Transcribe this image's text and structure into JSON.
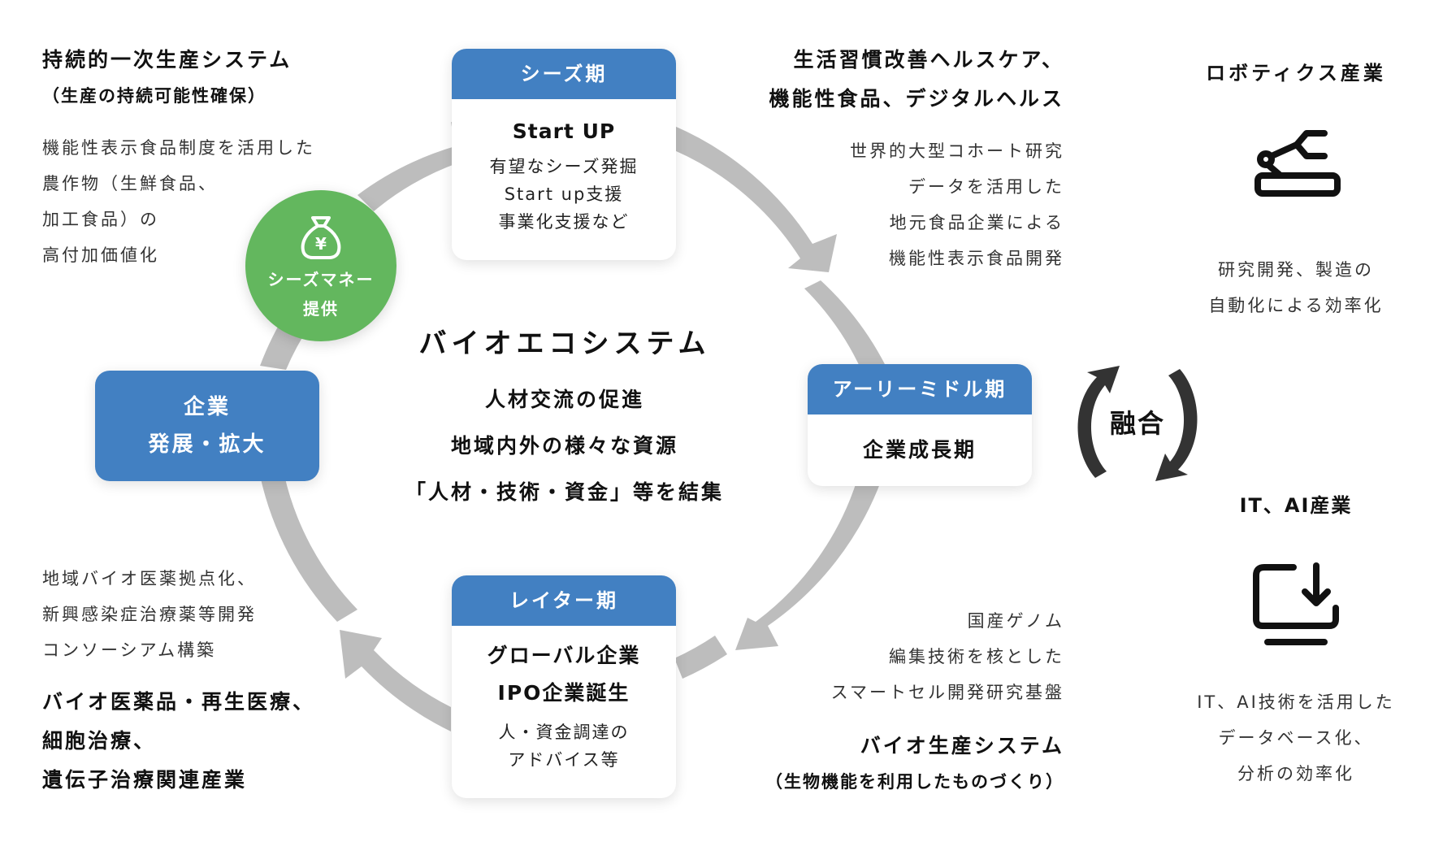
{
  "colors": {
    "primary_blue": "#4280c2",
    "green": "#63b75e",
    "ring_gray": "#bdbdbd",
    "text_dark": "#111111",
    "text_body": "#333333"
  },
  "center": {
    "title": "バイオエコシステム",
    "lines": [
      "人材交流の促進",
      "地域内外の様々な資源",
      "「人材・技術・資金」等を結集"
    ]
  },
  "stages": {
    "seeds": {
      "header": "シーズ期",
      "title": "Start UP",
      "lines": [
        "有望なシーズ発掘",
        "Start up支援",
        "事業化支援など"
      ]
    },
    "early_middle": {
      "header": "アーリーミドル期",
      "title": "企業成長期"
    },
    "later": {
      "header": "レイター期",
      "title_lines": [
        "グローバル企業",
        "IPO企業誕生"
      ],
      "lines": [
        "人・資金調達の",
        "アドバイス等"
      ]
    },
    "company": {
      "lines": [
        "企業",
        "発展・拡大"
      ]
    },
    "seeds_money": {
      "icon": "money-bag-yen-icon",
      "lines": [
        "シーズマネー",
        "提供"
      ]
    }
  },
  "top_left": {
    "title": "持続的一次生産システム",
    "subtitle": "（生産の持続可能性確保）",
    "lines": [
      "機能性表示食品制度を活用した",
      "農作物（生鮮食品、",
      "加工食品）の",
      "高付加価値化"
    ]
  },
  "top_right": {
    "title_lines": [
      "生活習慣改善ヘルスケア、",
      "機能性食品、デジタルヘルス"
    ],
    "lines": [
      "世界的大型コホート研究",
      "データを活用した",
      "地元食品企業による",
      "機能性表示食品開発"
    ]
  },
  "bottom_left": {
    "lines": [
      "地域バイオ医薬拠点化、",
      "新興感染症治療薬等開発",
      "コンソーシアム構築"
    ],
    "title_lines": [
      "バイオ医薬品・再生医療、",
      "細胞治療、",
      "遺伝子治療関連産業"
    ]
  },
  "bottom_right": {
    "lines": [
      "国産ゲノム",
      "編集技術を核とした",
      "スマートセル開発研究基盤"
    ],
    "title": "バイオ生産システム",
    "subtitle": "（生物機能を利用したものづくり）"
  },
  "fusion": {
    "label": "融合",
    "icon": "cycle-arrows-icon"
  },
  "robotics": {
    "title": "ロボティクス産業",
    "icon": "robot-arm-icon",
    "lines": [
      "研究開発、製造の",
      "自動化による効率化"
    ]
  },
  "it_ai": {
    "title": "IT、AI産業",
    "icon": "computer-download-icon",
    "lines": [
      "IT、AI技術を活用した",
      "データベース化、",
      "分析の効率化"
    ]
  }
}
